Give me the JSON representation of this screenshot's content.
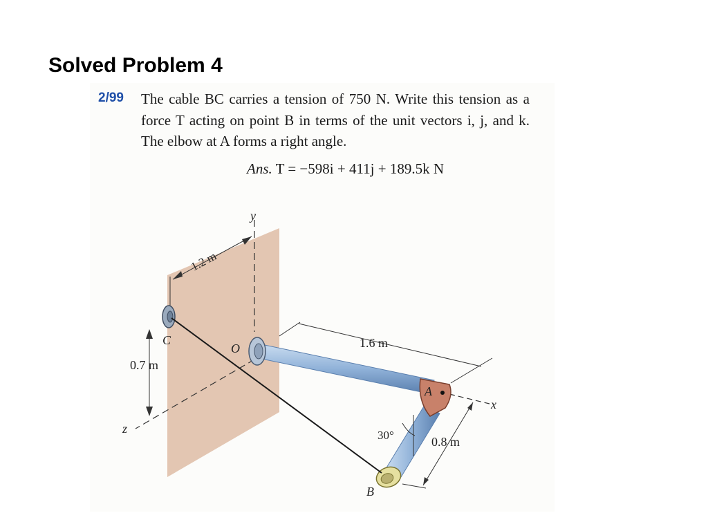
{
  "slide": {
    "title": "Solved Problem 4"
  },
  "problem": {
    "number": "2/99",
    "statement": "The cable BC carries a tension of 750 N. Write this tension as a force T acting on point B in terms of the unit vectors i, j, and k. The elbow at A forms a right angle.",
    "answer_label": "Ans.",
    "answer_expression": "T = −598i + 411j + 189.5k N"
  },
  "figure": {
    "labels": {
      "y_axis": "y",
      "x_axis": "x",
      "z_axis": "z",
      "point_c": "C",
      "point_o": "O",
      "point_a": "A",
      "point_b": "B",
      "dim_1_2": "1.2 m",
      "dim_0_7": "0.7 m",
      "dim_1_6": "1.6 m",
      "dim_0_8": "0.8 m",
      "angle_30": "30°"
    },
    "colors": {
      "wall": "#e3c6b2",
      "pipe": "#8fb1d8",
      "elbow": "#c8816a",
      "collar_b": "#e6e0a0",
      "cable": "#1a1a1a"
    }
  }
}
